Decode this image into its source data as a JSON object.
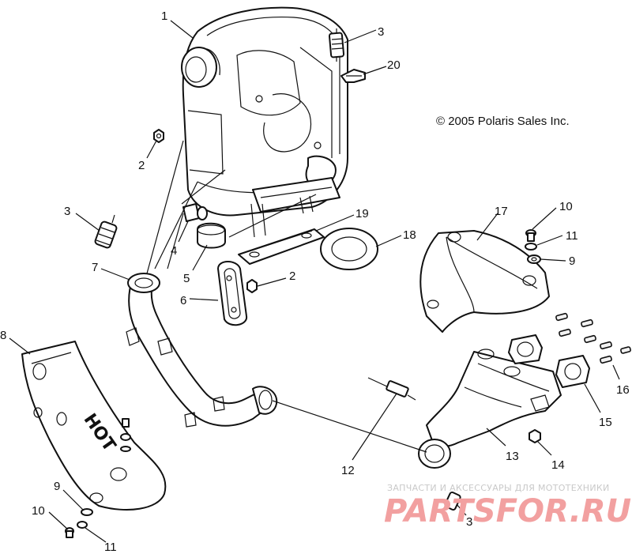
{
  "copyright": "© 2005 Polaris Sales Inc.",
  "watermark": {
    "subtitle": "ЗАПЧАСТИ И АКСЕССУАРЫ ДЛЯ МОТОТЕХНИКИ",
    "brand": "PARTSFOR.RU"
  },
  "hot_label": "HOT",
  "callouts": [
    {
      "id": "c1",
      "label": "1"
    },
    {
      "id": "c3a",
      "label": "3"
    },
    {
      "id": "c20",
      "label": "20"
    },
    {
      "id": "c2a",
      "label": "2"
    },
    {
      "id": "c3b",
      "label": "3"
    },
    {
      "id": "c4",
      "label": "4"
    },
    {
      "id": "c5",
      "label": "5"
    },
    {
      "id": "c6",
      "label": "6"
    },
    {
      "id": "c2b",
      "label": "2"
    },
    {
      "id": "c19",
      "label": "19"
    },
    {
      "id": "c18",
      "label": "18"
    },
    {
      "id": "c7",
      "label": "7"
    },
    {
      "id": "c8",
      "label": "8"
    },
    {
      "id": "c17",
      "label": "17"
    },
    {
      "id": "c10a",
      "label": "10"
    },
    {
      "id": "c11a",
      "label": "11"
    },
    {
      "id": "c9a",
      "label": "9"
    },
    {
      "id": "c16",
      "label": "16"
    },
    {
      "id": "c15",
      "label": "15"
    },
    {
      "id": "c14",
      "label": "14"
    },
    {
      "id": "c13",
      "label": "13"
    },
    {
      "id": "c12",
      "label": "12"
    },
    {
      "id": "c3c",
      "label": "3"
    },
    {
      "id": "c9b",
      "label": "9"
    },
    {
      "id": "c10b",
      "label": "10"
    },
    {
      "id": "c11b",
      "label": "11"
    }
  ]
}
